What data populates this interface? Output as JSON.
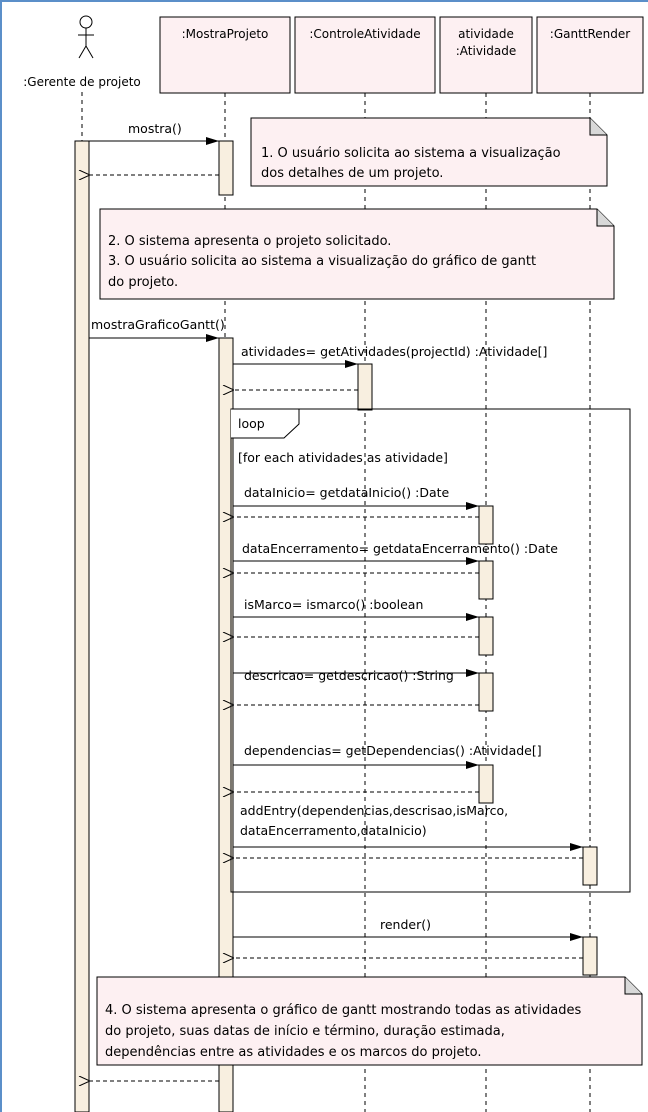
{
  "actor": {
    "label": ":Gerente de projeto"
  },
  "lifelines": [
    {
      "id": "mostra",
      "label": ":MostraProjeto"
    },
    {
      "id": "controle",
      "label": ":ControleAtividade"
    },
    {
      "id": "atividade",
      "line1": "atividade",
      "line2": ":Atividade"
    },
    {
      "id": "gantt",
      "label": ":GanttRender"
    }
  ],
  "messages": {
    "mostra": "mostra()",
    "mostra_grafico": "mostraGraficoGantt()",
    "get_atividades": "atividades= getAtividades(projectId) :Atividade[]",
    "data_inicio": "dataInicio= getdataInicio() :Date",
    "data_encerramento": "dataEncerramento= getdataEncerramento() :Date",
    "is_marco": "isMarco= ismarco() :boolean",
    "descricao": "descricao= getdescricao() :String",
    "dependencias": "dependencias= getDependencias() :Atividade[]",
    "add_entry_line1": "addEntry(dependencias,descrisao,isMarco,",
    "add_entry_line2": "dataEncerramento,dataInicio)",
    "render": "render()"
  },
  "loop": {
    "label": "loop",
    "guard": "[for each atividades as atividade]"
  },
  "notes": {
    "note1": [
      "1. O usuário solicita ao sistema a visualização",
      "dos detalhes de um projeto."
    ],
    "note2": [
      "2. O sistema apresenta o projeto solicitado.",
      "3. O usuário solicita ao sistema a visualização do gráfico de gantt",
      "do projeto."
    ],
    "note3": [
      "4. O sistema apresenta o gráfico de gantt mostrando todas as atividades",
      "do projeto, suas datas de início e término, duração estimada,",
      "dependências entre as atividades e os marcos do projeto."
    ]
  }
}
